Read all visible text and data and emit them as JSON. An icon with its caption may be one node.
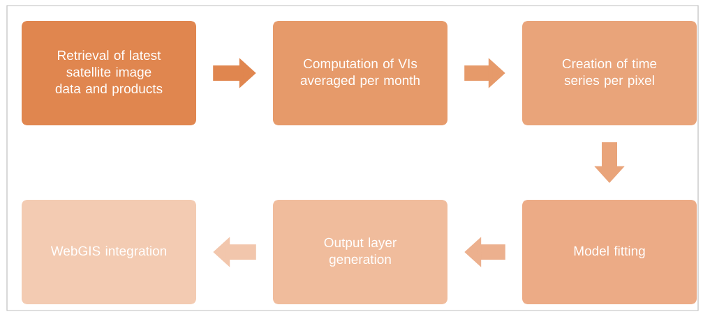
{
  "diagram": {
    "nodes": [
      {
        "text": [
          "Retrieval of latest satellite image data and products"
        ]
      },
      {
        "text": [
          "Computation of VIs averaged per month"
        ]
      },
      {
        "text": [
          "Creation of time series per pixel"
        ]
      },
      {
        "text": [
          "Model fitting"
        ]
      },
      {
        "text": [
          "Output layer generation"
        ]
      },
      {
        "text": [
          "WebGIS integration"
        ]
      }
    ],
    "edges": [
      {
        "from": 0,
        "to": 1,
        "arrow": "to"
      },
      {
        "from": 1,
        "to": 2,
        "arrow": "to"
      },
      {
        "from": 2,
        "to": 3,
        "arrow": "to"
      },
      {
        "from": 3,
        "to": 4,
        "arrow": "to"
      },
      {
        "from": 4,
        "to": 5,
        "arrow": "to",
        "color": "#f2c6ac"
      }
    ]
  }
}
